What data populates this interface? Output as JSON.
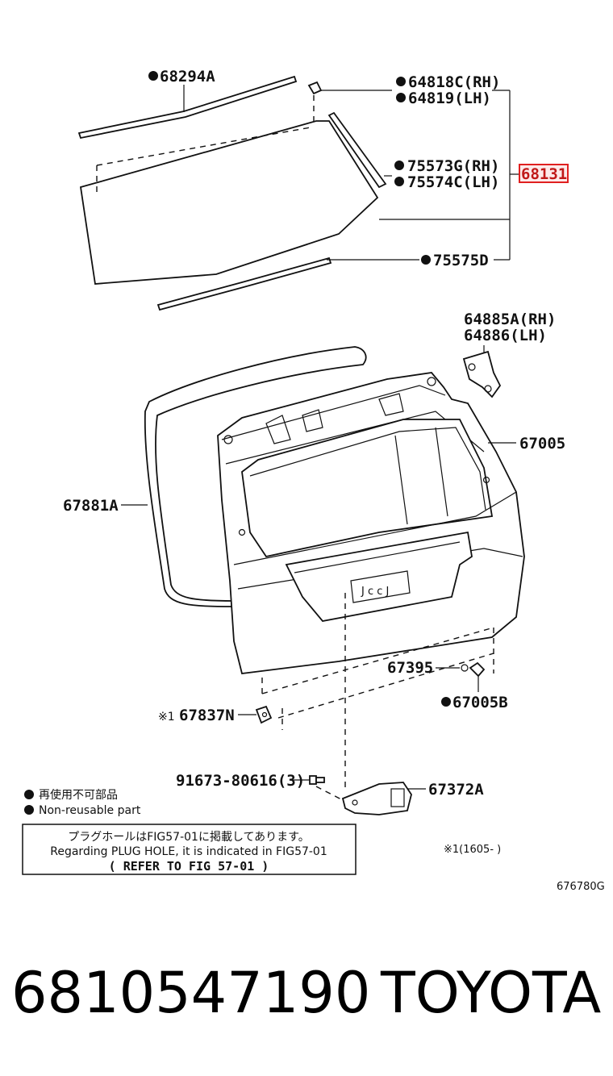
{
  "labels": {
    "molding_top": "68294A",
    "clip_rh": "64818C(RH)",
    "clip_lh": "64819(LH)",
    "spacer_rh": "75573G(RH)",
    "spacer_lh": "75574C(LH)",
    "glass_assy": "68131",
    "molding_lower": "75575D",
    "hinge_rh": "64885A(RH)",
    "hinge_lh": "64886(LH)",
    "door_panel": "67005",
    "weatherstrip": "67881A",
    "plug": "67395",
    "cushion": "67005B",
    "clip_n": "67837N",
    "clip_n_mark": "※1",
    "bolt": "91673-80616(3)",
    "striker": "67372A"
  },
  "legend": {
    "nonreusable_jp": "再使用不可部品",
    "nonreusable_en": "Non-reusable part"
  },
  "notice": {
    "jp": "プラグホールはFIG57-01に掲載してあります。",
    "en": "Regarding PLUG HOLE, it is indicated in FIG57-01",
    "refer": "( REFER TO FIG 57-01 )"
  },
  "footnote": "※1(1605-      )",
  "figure_code": "676780G",
  "part_number": "6810547190",
  "brand": "TOYOTA",
  "colors": {
    "highlight": "#e02020",
    "ink": "#111111"
  }
}
